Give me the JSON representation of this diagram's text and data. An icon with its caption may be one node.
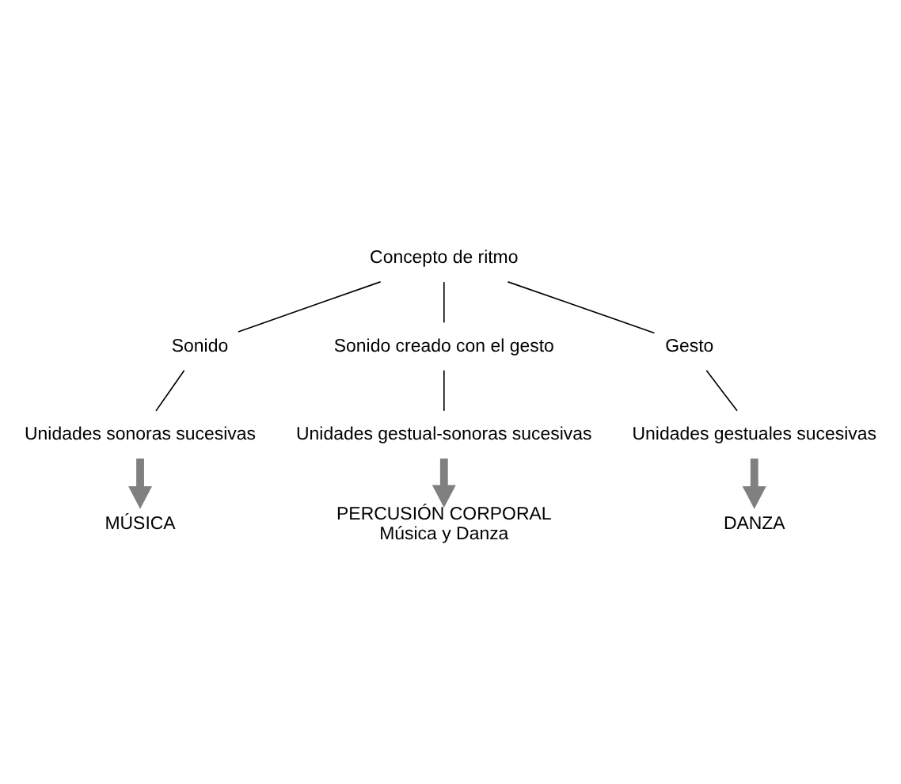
{
  "diagram": {
    "nodes": [
      {
        "text": [
          "Concepto de ritmo"
        ]
      },
      {
        "text": [
          "Sonido"
        ]
      },
      {
        "text": [
          "Sonido creado con el gesto"
        ]
      },
      {
        "text": [
          "Gesto"
        ]
      },
      {
        "text": [
          "Unidades sonoras sucesivas"
        ]
      },
      {
        "text": [
          "Unidades gestual-sonoras sucesivas"
        ]
      },
      {
        "text": [
          "Unidades gestuales sucesivas"
        ]
      },
      {
        "text": [
          "MÚSICA"
        ]
      },
      {
        "text": [
          "PERCUSIÓN CORPORAL",
          "Música y Danza"
        ]
      },
      {
        "text": [
          "DANZA"
        ]
      }
    ],
    "edges": [
      {
        "from": 0,
        "to": 1,
        "arrow": "none"
      },
      {
        "from": 0,
        "to": 2,
        "arrow": "none"
      },
      {
        "from": 0,
        "to": 3,
        "arrow": "none"
      },
      {
        "from": 1,
        "to": 4,
        "arrow": "none"
      },
      {
        "from": 2,
        "to": 5,
        "arrow": "none"
      },
      {
        "from": 3,
        "to": 6,
        "arrow": "none"
      },
      {
        "from": 4,
        "to": 7,
        "arrow": "to",
        "style": "thick",
        "color": "#808080"
      },
      {
        "from": 5,
        "to": 8,
        "arrow": "to",
        "style": "thick",
        "color": "#808080"
      },
      {
        "from": 6,
        "to": 9,
        "arrow": "to",
        "style": "thick",
        "color": "#808080"
      }
    ]
  }
}
